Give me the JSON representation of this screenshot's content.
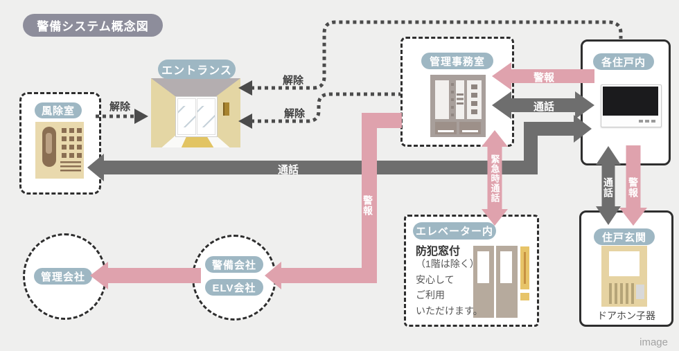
{
  "page": {
    "title": "警備システム概念図",
    "watermark": "image"
  },
  "colors": {
    "background": "#efefee",
    "title_badge": "#8d8d9b",
    "pill": "#9eb7c3",
    "arrow_gray": "#6e6e6e",
    "arrow_pink": "#dfa2ad",
    "dashed_line": "#4b4b4b"
  },
  "nodes": {
    "windbreak": {
      "label": "風除室"
    },
    "entrance": {
      "label": "エントランス"
    },
    "office": {
      "label": "管理事務室"
    },
    "dwelling": {
      "label": "各住戸内"
    },
    "elevator": {
      "label": "エレベーター内",
      "note_title": "防犯窓付",
      "note_lines": [
        "（1階は除く）",
        "安心して",
        "ご利用",
        "いただけます。"
      ]
    },
    "entry": {
      "label": "住戸玄関",
      "caption": "ドアホン子器"
    },
    "mgmt_company": {
      "label": "管理会社"
    },
    "security_company": {
      "label1": "警備会社",
      "label2": "ELV会社"
    }
  },
  "arrows": {
    "kaijo_windbreak": "解除",
    "kaijo_top": "解除",
    "kaijo_mid": "解除",
    "tsuwa_long": "通話",
    "tsuwa_office_dwelling": "通話",
    "keiho_dwelling_office": "警報",
    "keiho_to_security": "警報",
    "kinkyu_tsuwa": "緊急時通話",
    "tsuwa_dwelling_entry": "通話",
    "keiho_dwelling_entry": "警報"
  }
}
